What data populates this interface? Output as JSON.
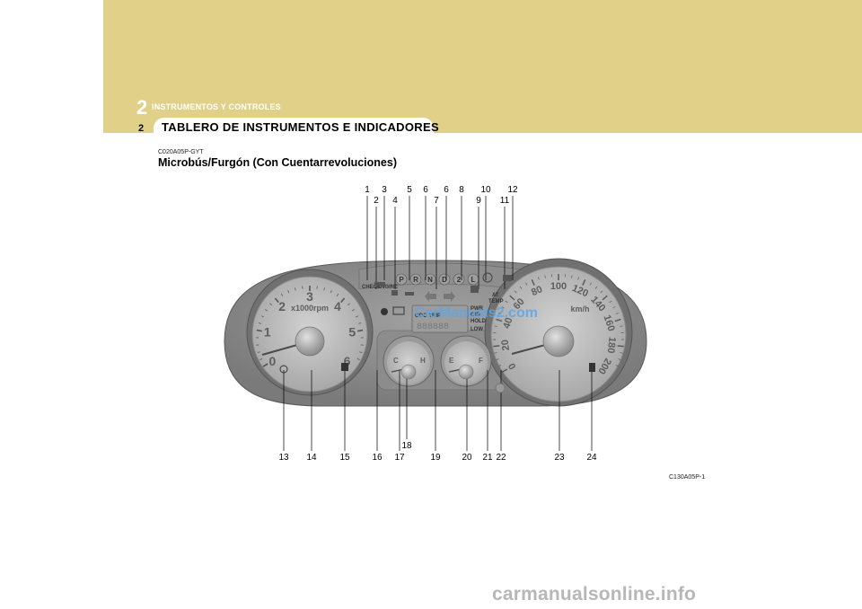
{
  "header": {
    "chapter_number": "2",
    "chapter_title": "INSTRUMENTOS Y CONTROLES",
    "section_title": "TABLERO DE INSTRUMENTOS E INDICADORES",
    "page_number": "2"
  },
  "content": {
    "code": "C020A05P-GYT",
    "subtitle": "Microbús/Furgón (Con Cuentarrevoluciones)",
    "figure_code": "C130A05P-1"
  },
  "figure": {
    "tachometer": {
      "numbers": [
        "0",
        "1",
        "2",
        "3",
        "4",
        "5",
        "6"
      ],
      "unit": "x1000rpm"
    },
    "speedometer": {
      "numbers": [
        "0",
        "20",
        "40",
        "60",
        "80",
        "100",
        "120",
        "140",
        "160",
        "180",
        "200"
      ],
      "unit": "km/h"
    },
    "temp_gauge": {
      "low": "C",
      "high": "H"
    },
    "fuel_gauge": {
      "empty": "E",
      "full": "F"
    },
    "odometer_label": "ODO TRIP",
    "gear_letters": [
      "P",
      "R",
      "N",
      "D",
      "2",
      "L"
    ],
    "lamp_check": "CHECK",
    "lamp_engine": "ENGINE",
    "at_temp": [
      "AT",
      "TEMP"
    ],
    "indicators": [
      "PWR",
      "O/D",
      "HOLD",
      "LOW"
    ],
    "callouts_top_row1": [
      "1",
      "3",
      "5",
      "6",
      "6",
      "8",
      "10",
      "12"
    ],
    "callouts_top_row2": [
      "2",
      "4",
      "7",
      "9",
      "11"
    ],
    "callouts_bottom": [
      "13",
      "14",
      "15",
      "16",
      "17",
      "19",
      "20",
      "21",
      "22",
      "23",
      "24"
    ],
    "callout_18": "18"
  },
  "watermark": "CarManuals2.com",
  "footer": "carmanualsonline.info"
}
